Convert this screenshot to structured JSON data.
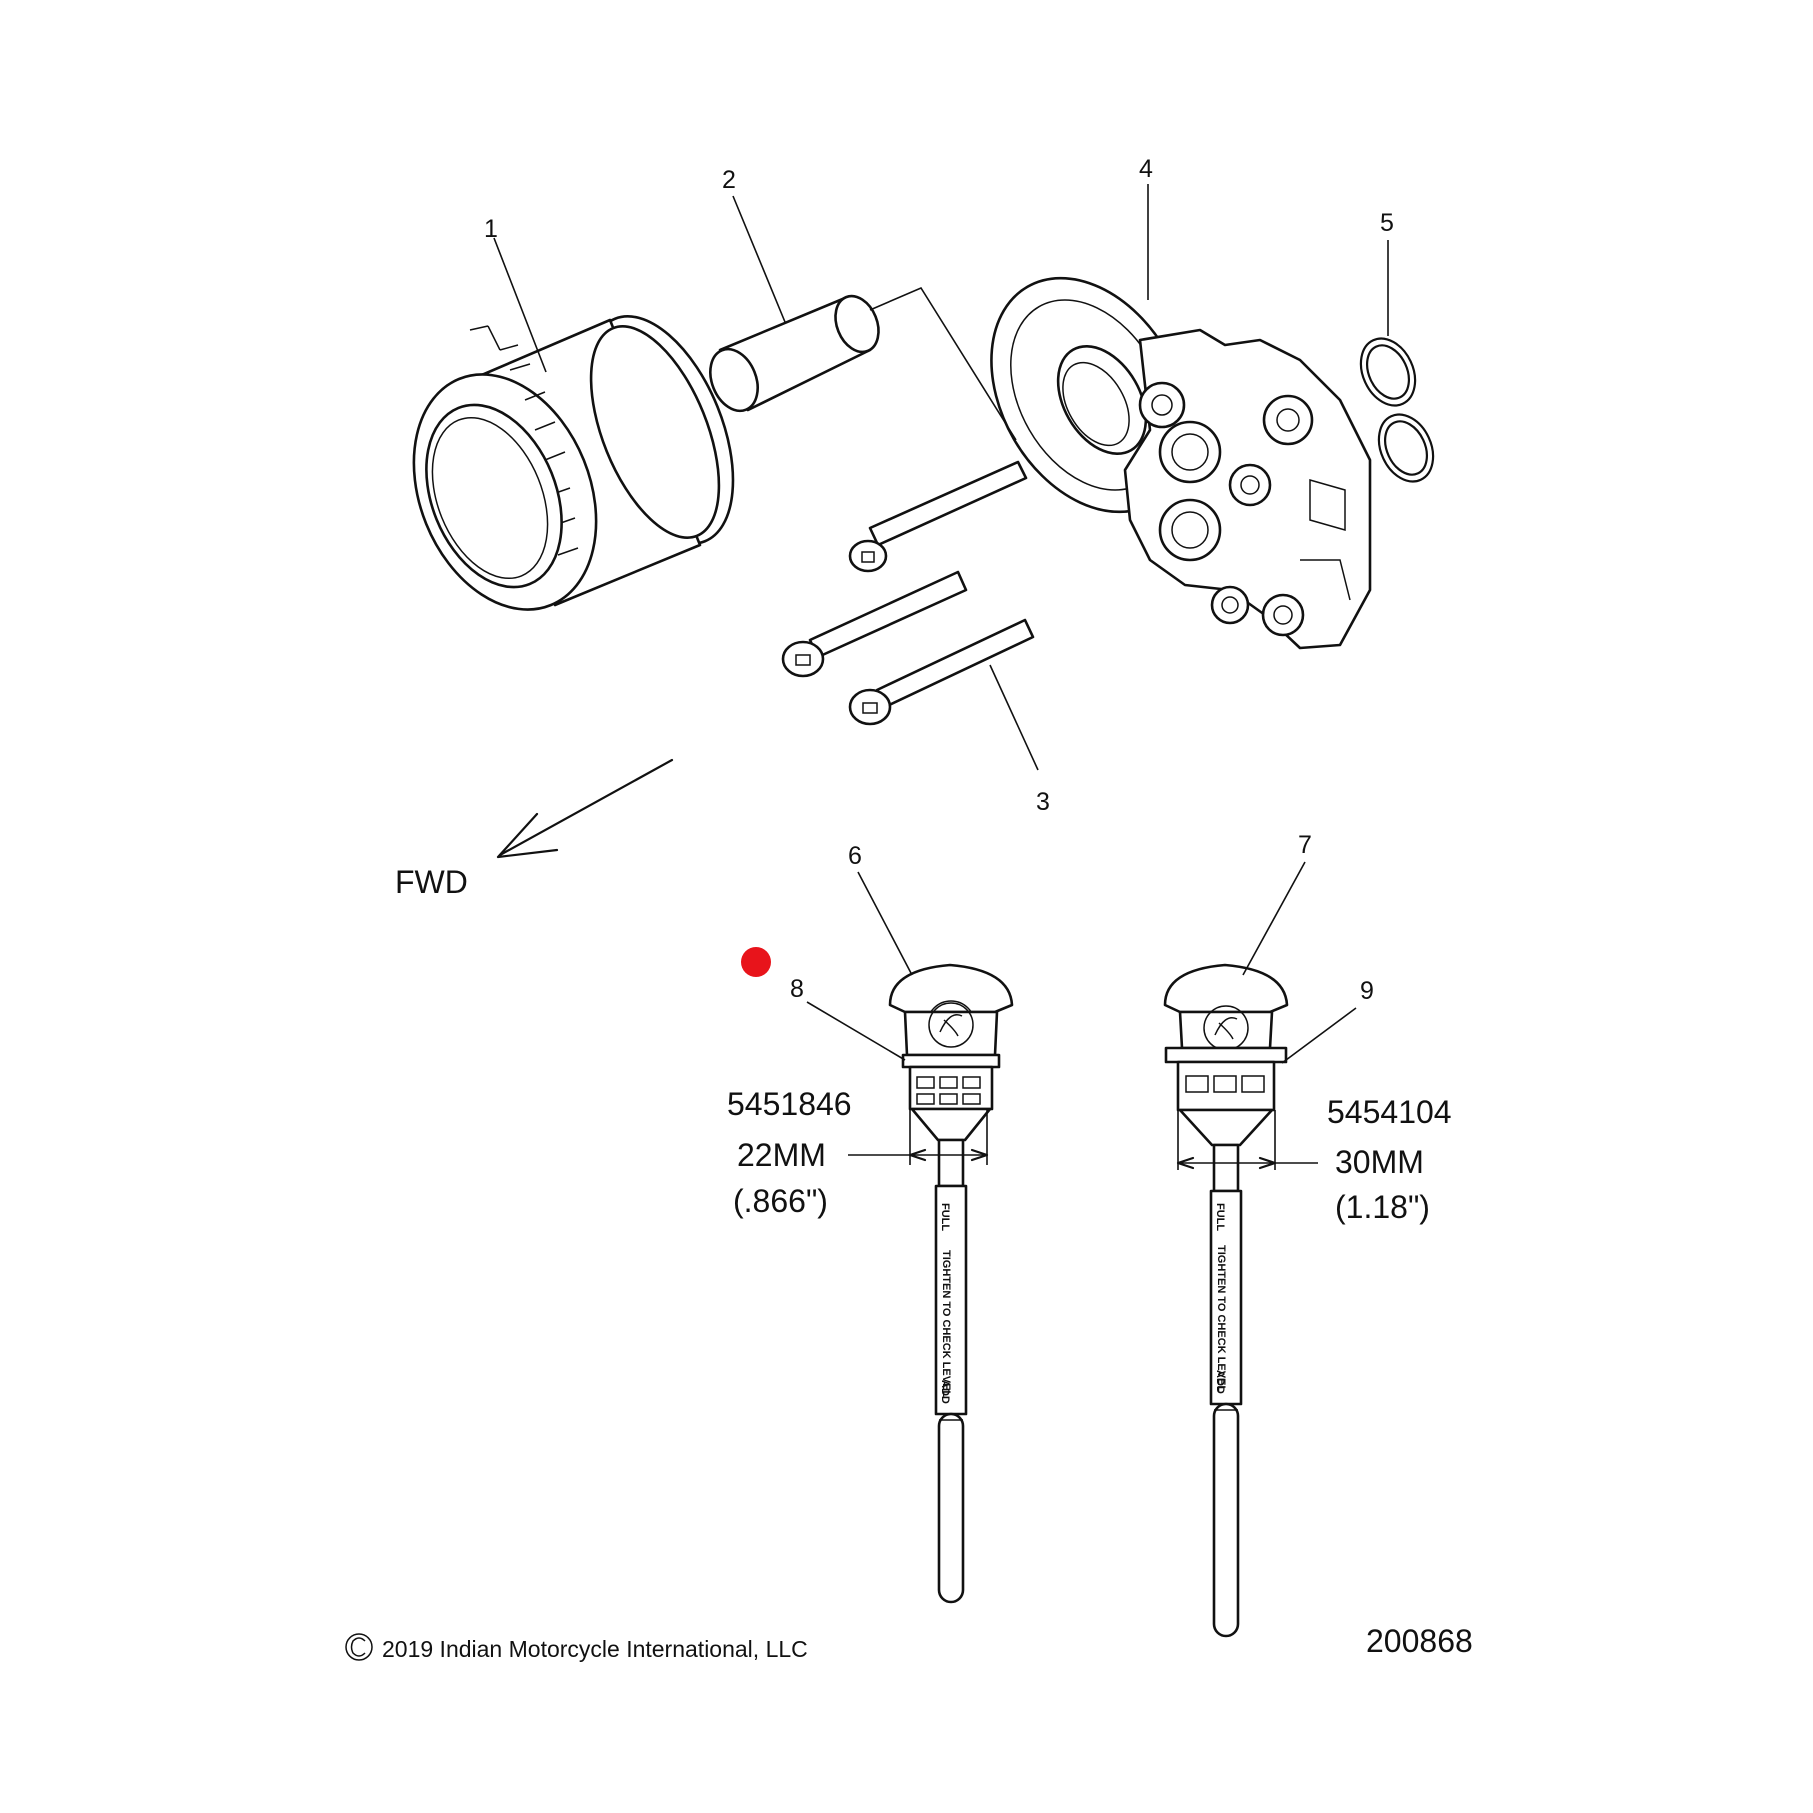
{
  "callouts": {
    "c1": "1",
    "c2": "2",
    "c3": "3",
    "c4": "4",
    "c5": "5",
    "c6": "6",
    "c7": "7",
    "c8": "8",
    "c9": "9"
  },
  "direction_label": "FWD",
  "dipsticks": {
    "left": {
      "part_number": "5451846",
      "size_metric": "22MM",
      "size_imperial": "(.866\")"
    },
    "right": {
      "part_number": "5454104",
      "size_metric": "30MM",
      "size_imperial": "(1.18\")"
    }
  },
  "stick_markings": {
    "full": "FULL",
    "instruction": "TIGHTEN TO CHECK LEVEL",
    "add": "ADD"
  },
  "copyright": "2019 Indian Motorcycle International, LLC",
  "drawing_number": "200868",
  "colors": {
    "marker": "#e8141b",
    "line": "#111111"
  }
}
